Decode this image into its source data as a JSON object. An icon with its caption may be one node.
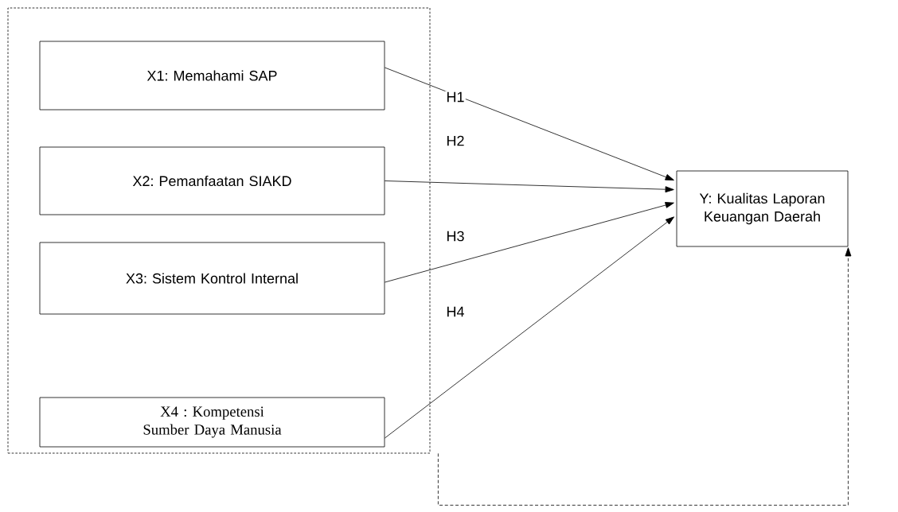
{
  "diagram": {
    "nodes": [
      {
        "text": [],
        "shape": "box"
      },
      {
        "text": [
          "X1: Memahami SAP"
        ],
        "in": 0
      },
      {
        "text": [
          "X2: Pemanfaatan SIAKD"
        ],
        "in": 0
      },
      {
        "text": [
          "X3: Sistem Kontrol Internal"
        ],
        "in": 0
      },
      {
        "text": [
          "X4 : Kompetensi Sumber Daya Manusia"
        ],
        "in": 0
      },
      {
        "text": [
          "Y: Kualitas Laporan Keuangan Daerah"
        ]
      }
    ],
    "edges": [
      {
        "from": 1,
        "to": 5,
        "arrow": "to",
        "label": "H1"
      },
      {
        "from": 2,
        "to": 5,
        "arrow": "to",
        "label": "H2"
      },
      {
        "from": 3,
        "to": 5,
        "arrow": "to",
        "label": "H3"
      },
      {
        "from": 4,
        "to": 5,
        "arrow": "to",
        "label": "H4"
      },
      {
        "from": 0,
        "to": 5,
        "arrow": "to",
        "style": "dashed"
      }
    ]
  }
}
